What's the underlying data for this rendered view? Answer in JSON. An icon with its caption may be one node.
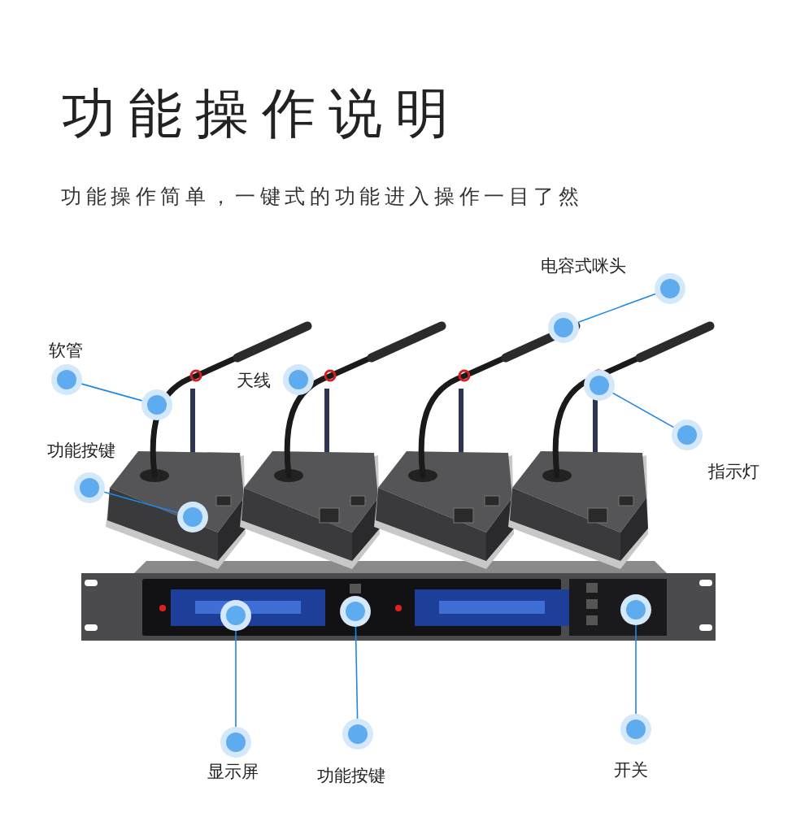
{
  "diagram": {
    "title": "功能操作说明",
    "caption": "功能操作简单，一键式的功能进入操作一目了然",
    "nodes": [
      {
        "text": [
          "电容式咪头"
        ]
      },
      {
        "text": [],
        "shape": "circle"
      },
      {
        "text": [
          "软管"
        ]
      },
      {
        "text": [],
        "shape": "circle"
      },
      {
        "text": [
          "天线"
        ]
      },
      {
        "text": [
          "指示灯"
        ]
      },
      {
        "text": [],
        "shape": "circle"
      },
      {
        "text": [
          "功能按键"
        ]
      },
      {
        "text": [],
        "shape": "circle"
      },
      {
        "text": [
          "显示屏"
        ]
      },
      {
        "text": [],
        "shape": "circle"
      },
      {
        "text": [
          "功能按键"
        ]
      },
      {
        "text": [],
        "shape": "circle"
      },
      {
        "text": [
          "开关"
        ]
      },
      {
        "text": [],
        "shape": "circle"
      }
    ],
    "edges": [
      {
        "from": 0,
        "to": 1,
        "arrow": "none"
      },
      {
        "from": 2,
        "to": 3,
        "arrow": "none"
      },
      {
        "from": 5,
        "to": 6,
        "arrow": "none"
      },
      {
        "from": 7,
        "to": 8,
        "arrow": "none"
      },
      {
        "from": 9,
        "to": 10,
        "arrow": "none"
      },
      {
        "from": 11,
        "to": 12,
        "arrow": "none"
      },
      {
        "from": 13,
        "to": 14,
        "arrow": "none"
      }
    ]
  }
}
